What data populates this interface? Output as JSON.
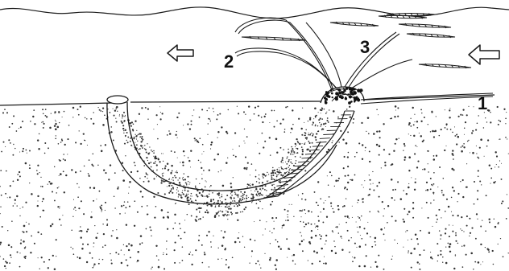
{
  "figure": {
    "labels": {
      "one": "1",
      "two": "2",
      "three": "3"
    },
    "current_arrows": {
      "count": 2,
      "direction": "left",
      "icon": "outline-arrow-left-icon"
    },
    "colors": {
      "ink": "#1a1a1a",
      "paper": "#ffffff",
      "sediment_dots": "#333333"
    }
  }
}
